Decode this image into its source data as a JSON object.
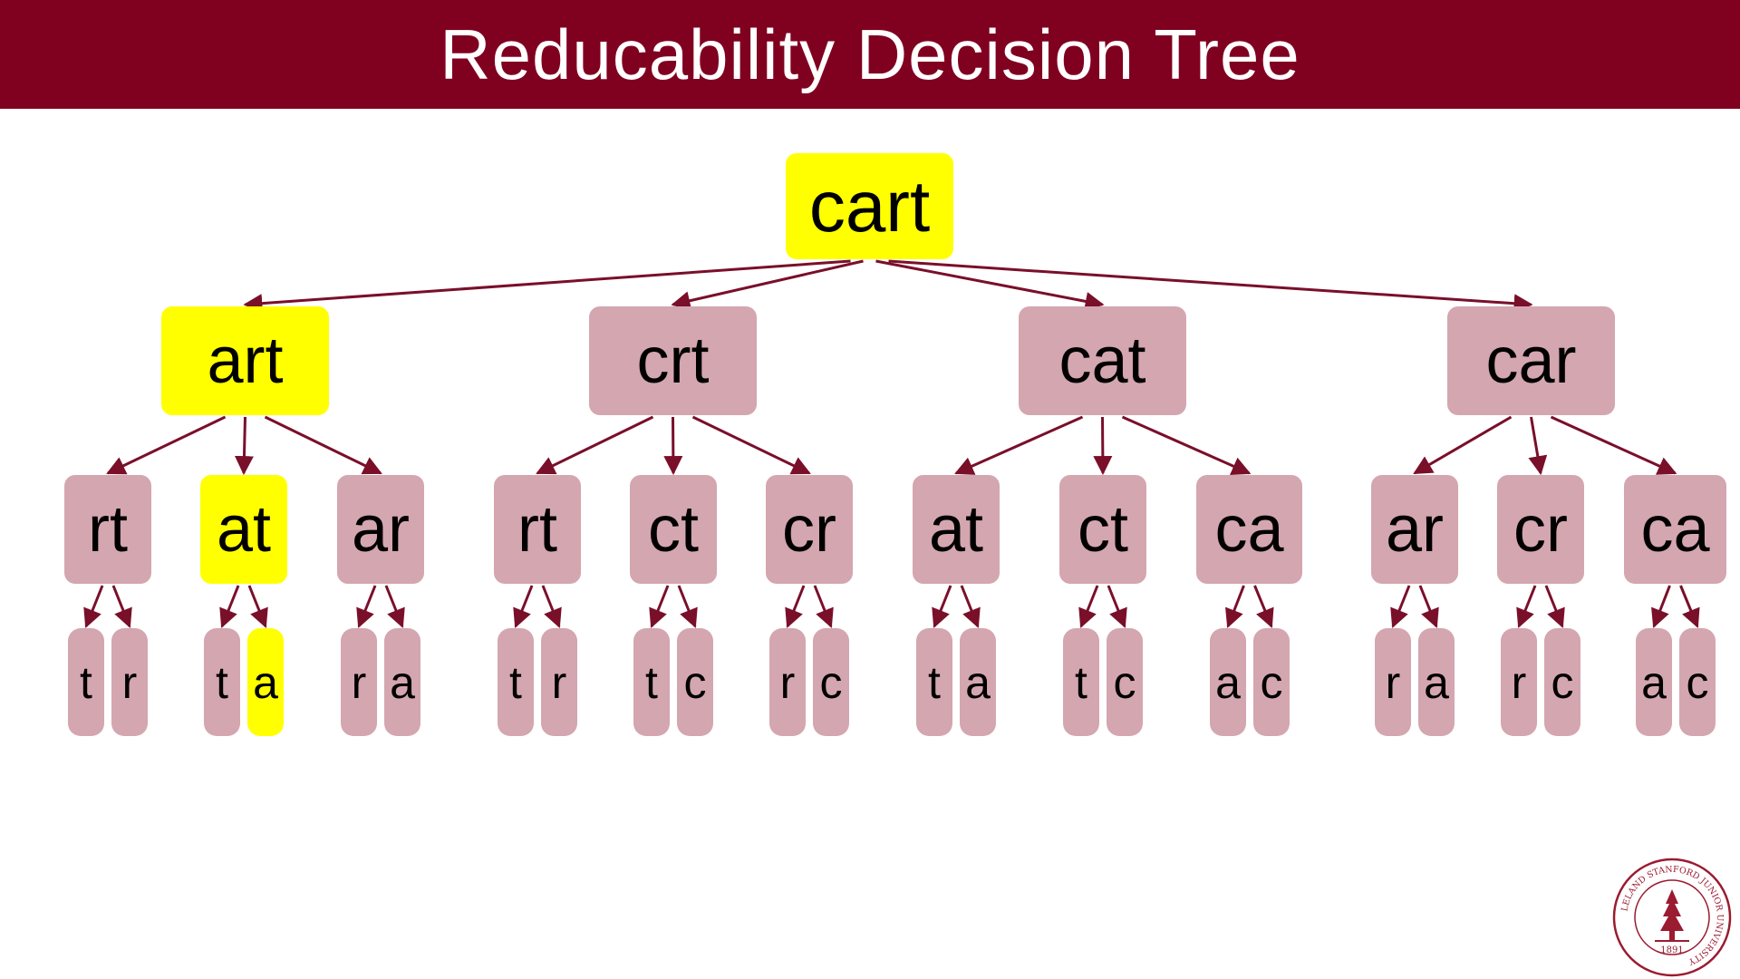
{
  "title": "Reducability Decision Tree",
  "colors": {
    "title_bar": "#800020",
    "title_text": "#ffffff",
    "node_default": "#d4a6b0",
    "node_highlight": "#ffff00",
    "edge": "#7a0f2a"
  },
  "tree": {
    "label": "cart",
    "highlight": true,
    "children": [
      {
        "label": "art",
        "highlight": true,
        "children": [
          {
            "label": "rt",
            "highlight": false,
            "children": [
              {
                "label": "t",
                "highlight": false
              },
              {
                "label": "r",
                "highlight": false
              }
            ]
          },
          {
            "label": "at",
            "highlight": true,
            "children": [
              {
                "label": "t",
                "highlight": false
              },
              {
                "label": "a",
                "highlight": true
              }
            ]
          },
          {
            "label": "ar",
            "highlight": false,
            "children": [
              {
                "label": "r",
                "highlight": false
              },
              {
                "label": "a",
                "highlight": false
              }
            ]
          }
        ]
      },
      {
        "label": "crt",
        "highlight": false,
        "children": [
          {
            "label": "rt",
            "highlight": false,
            "children": [
              {
                "label": "t",
                "highlight": false
              },
              {
                "label": "r",
                "highlight": false
              }
            ]
          },
          {
            "label": "ct",
            "highlight": false,
            "children": [
              {
                "label": "t",
                "highlight": false
              },
              {
                "label": "c",
                "highlight": false
              }
            ]
          },
          {
            "label": "cr",
            "highlight": false,
            "children": [
              {
                "label": "r",
                "highlight": false
              },
              {
                "label": "c",
                "highlight": false
              }
            ]
          }
        ]
      },
      {
        "label": "cat",
        "highlight": false,
        "children": [
          {
            "label": "at",
            "highlight": false,
            "children": [
              {
                "label": "t",
                "highlight": false
              },
              {
                "label": "a",
                "highlight": false
              }
            ]
          },
          {
            "label": "ct",
            "highlight": false,
            "children": [
              {
                "label": "t",
                "highlight": false
              },
              {
                "label": "c",
                "highlight": false
              }
            ]
          },
          {
            "label": "ca",
            "highlight": false,
            "children": [
              {
                "label": "a",
                "highlight": false
              },
              {
                "label": "c",
                "highlight": false
              }
            ]
          }
        ]
      },
      {
        "label": "car",
        "highlight": false,
        "children": [
          {
            "label": "ar",
            "highlight": false,
            "children": [
              {
                "label": "r",
                "highlight": false
              },
              {
                "label": "a",
                "highlight": false
              }
            ]
          },
          {
            "label": "cr",
            "highlight": false,
            "children": [
              {
                "label": "r",
                "highlight": false
              },
              {
                "label": "c",
                "highlight": false
              }
            ]
          },
          {
            "label": "ca",
            "highlight": false,
            "children": [
              {
                "label": "a",
                "highlight": false
              },
              {
                "label": "c",
                "highlight": false
              }
            ]
          }
        ]
      }
    ]
  },
  "seal": {
    "icon": "university-seal-icon",
    "ring_text": "LELAND STANFORD JUNIOR UNIVERSITY",
    "year": "1891"
  }
}
